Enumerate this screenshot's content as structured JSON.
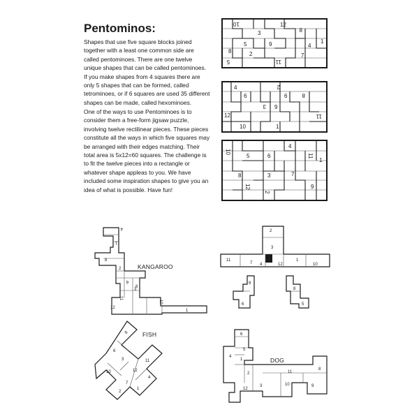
{
  "page": {
    "title": "Pentominos:",
    "paragraph_1": "Shapes that use five square blocks joined together with a least one common side are called pentominoes. There are one twelve unique shapes that can be called pentominoes. If you make shapes from 4 squares there are only 5 shapes that can be formed, called tetrominoes, or if 6 squares are used 35 different shapes can be made, called hexominoes.",
    "paragraph_2": "One of the ways to use Pentominoes is to consider them a free-form jigsaw puzzle, involving twelve rectilinear pieces. These pieces constitute all the ways in which five squares may be arranged with their edges matching. Their total area is 5x12=60 squares. The challenge is to fit the twelve pieces into a rectangle or whatever shape appleas to you. We have included some inspiration shapes to give you an idea of what is possible. Have fun!"
  },
  "puzzles": [
    {
      "id": "10x6",
      "pieces": [
        "10",
        "3",
        "12",
        "8",
        "1",
        "4",
        "5",
        "9",
        "2",
        "7",
        "5",
        "11"
      ]
    },
    {
      "id": "12x5",
      "pieces": [
        "4",
        "6",
        "2",
        "6",
        "8",
        "3",
        "9",
        "11",
        "12",
        "10",
        "1"
      ]
    },
    {
      "id": "15x4",
      "pieces": [
        "10",
        "5",
        "6",
        "4",
        "11",
        "1",
        "8",
        "3",
        "7",
        "12",
        "2",
        "9"
      ]
    }
  ],
  "inspiration_shapes": [
    {
      "label": "KANGAROO",
      "pieces": [
        "4",
        "1",
        "8",
        "2",
        "6",
        "8",
        "3",
        "11",
        "10",
        "12",
        "1"
      ]
    },
    {
      "label": "",
      "pieces": [
        "11",
        "7",
        "4",
        "12",
        "1",
        "10",
        "2",
        "3",
        "9",
        "6",
        "8",
        "5"
      ]
    },
    {
      "label": "FISH",
      "pieces": [
        "8",
        "6",
        "3",
        "10",
        "12",
        "11",
        "7",
        "4",
        "2",
        "1"
      ]
    },
    {
      "label": "DOG",
      "pieces": [
        "6",
        "5",
        "1",
        "4",
        "2",
        "11",
        "8",
        "12",
        "3",
        "10",
        "9"
      ]
    }
  ]
}
